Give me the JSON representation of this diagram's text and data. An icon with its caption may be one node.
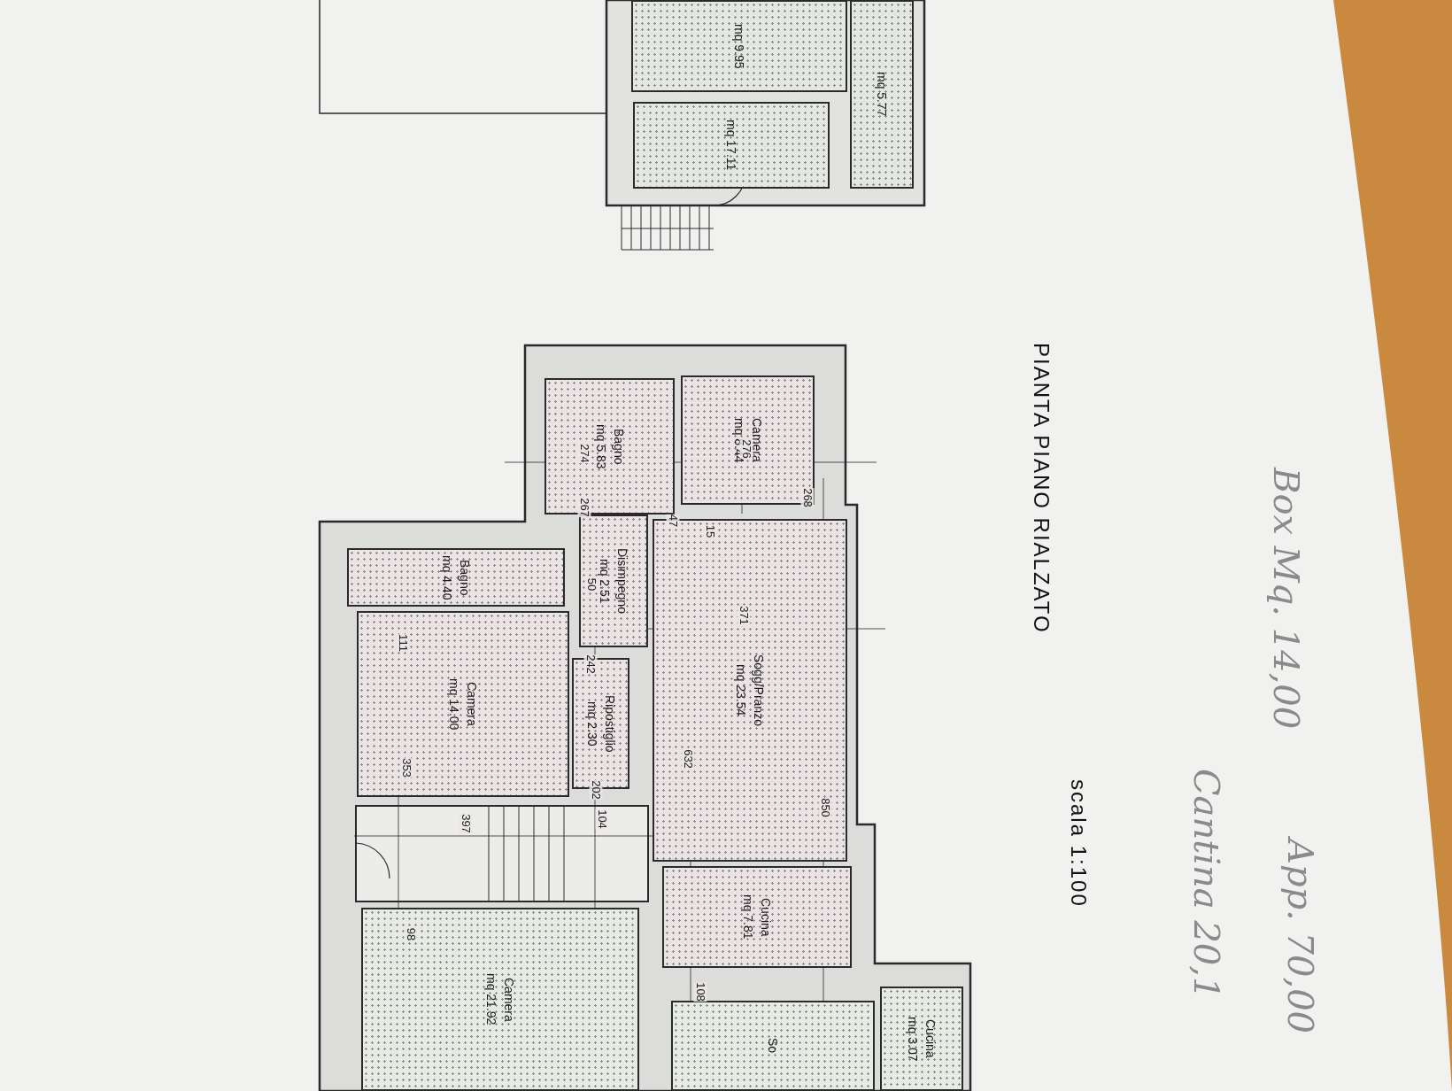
{
  "diagram": {
    "title": "PIANTA PIANO RIALZATO",
    "nodes": [
      {
        "text": [
          "mq 9.95"
        ]
      },
      {
        "text": [
          "mq 5.77"
        ]
      },
      {
        "text": [
          "mq 17.11"
        ]
      },
      {
        "text": [
          "Bagno",
          "mq 5.83"
        ]
      },
      {
        "text": [
          "Camera",
          "mq 8.44"
        ]
      },
      {
        "text": [
          "Disimpegno",
          "mq 2.51"
        ]
      },
      {
        "text": [
          "Bagno",
          "mq 4.40"
        ]
      },
      {
        "text": [
          "Camera",
          "mq 14.00"
        ]
      },
      {
        "text": [
          "Ripostiglio",
          "mq 2.30"
        ]
      },
      {
        "text": [
          "Sogg/Pranzo",
          "mq 23.54"
        ]
      },
      {
        "text": [
          "Cucina",
          "mq 7.81"
        ]
      },
      {
        "text": [
          "Camera",
          "mq 21.92"
        ]
      },
      {
        "text": [
          "Cucina",
          "mq 3.07"
        ]
      },
      {
        "text": [
          "So"
        ]
      }
    ],
    "labels": [
      "274",
      "276",
      "268",
      "267",
      "47",
      "15",
      "50",
      "371",
      "111",
      "242",
      "632",
      "353",
      "202",
      "850",
      "104",
      "397",
      "98",
      "108",
      "scala 1:100",
      "Box Mq. 14,00",
      "Cantina 20,1",
      "App. 70,00"
    ]
  }
}
